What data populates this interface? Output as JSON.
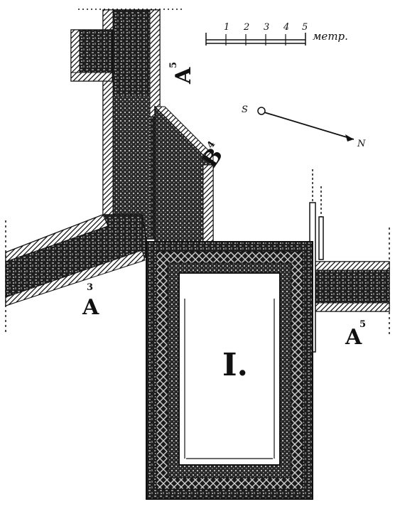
{
  "scale": {
    "ticks": [
      "1",
      "2",
      "3",
      "4",
      "5"
    ],
    "unit": "метр."
  },
  "compass": {
    "start": "S",
    "end": "N"
  },
  "labels": {
    "a_top": {
      "letter": "A",
      "sup": "5"
    },
    "b": {
      "letter": "B",
      "sup": "4"
    },
    "a3": {
      "letter": "A",
      "sup": "3"
    },
    "a5": {
      "letter": "A",
      "sup": "5"
    },
    "room": "I."
  },
  "colors": {
    "ink": "#111111",
    "paper": "#ffffff",
    "fill_light": "#d9d9d9",
    "fill_dark": "#2a2a2a"
  }
}
